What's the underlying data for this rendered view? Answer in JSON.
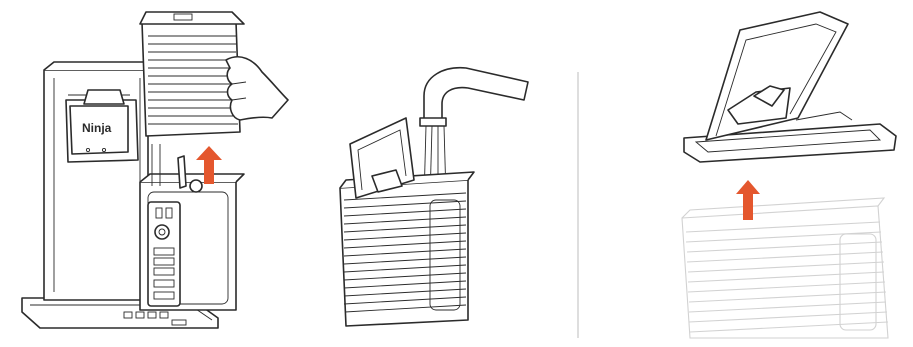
{
  "panels": [
    {
      "id": "coffee-maker",
      "brand_label": "Ninja"
    },
    {
      "id": "filling-reservoir"
    },
    {
      "id": "removing-lid"
    }
  ],
  "colors": {
    "arrow": "#e4572e",
    "line": "#2b2b2b",
    "ghost": "#d2d2d2",
    "divider": "#bdbdbd"
  },
  "icons": [
    "up-arrow-icon",
    "up-arrow-icon"
  ]
}
